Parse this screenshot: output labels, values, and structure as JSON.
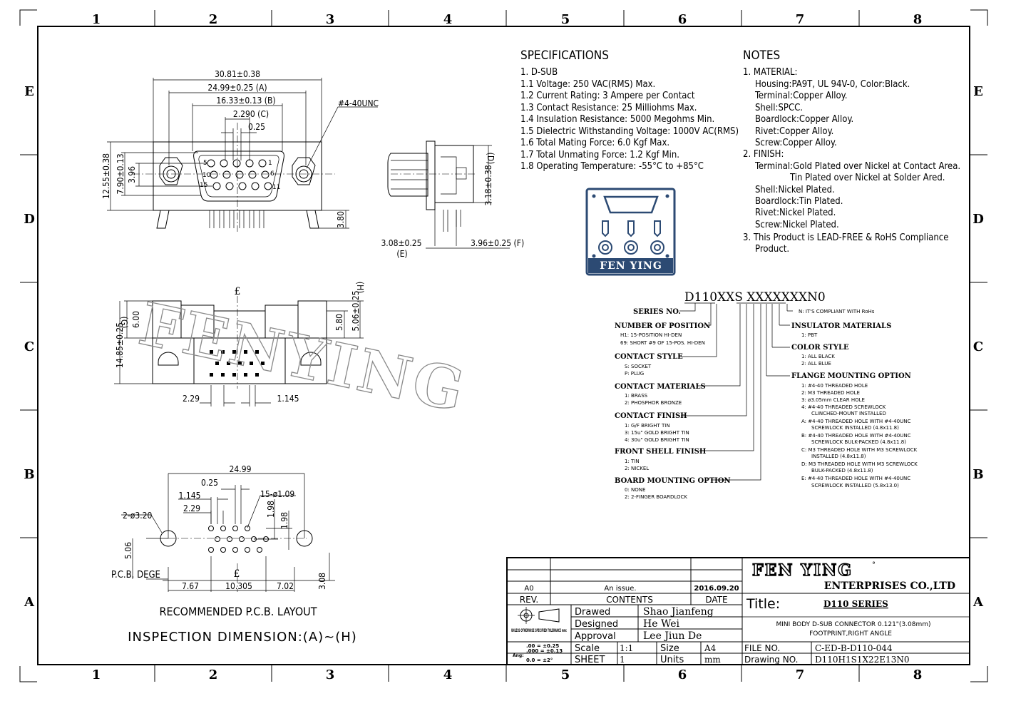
{
  "zones": {
    "cols": [
      "1",
      "2",
      "3",
      "4",
      "5",
      "6",
      "7",
      "8"
    ],
    "rows": [
      "E",
      "D",
      "C",
      "B",
      "A"
    ]
  },
  "specifications": {
    "title": "SPECIFICATIONS",
    "lines": [
      "1. D-SUB",
      "1.1 Voltage: 250 VAC(RMS) Max.",
      "1.2 Current Rating: 3 Ampere per Contact",
      "1.3 Contact Resistance: 25 Milliohms Max.",
      "1.4 Insulation Resistance: 5000 Megohms Min.",
      "1.5 Dielectric Withstanding Voltage: 1000V AC(RMS)",
      "1.6 Total Mating Force: 6.0 Kgf Max.",
      "1.7 Total Unmating Force: 1.2 Kgf Min.",
      "1.8 Operating Temperature: -55°C to +85°C"
    ]
  },
  "notes": {
    "title": "NOTES",
    "lines": [
      "1. MATERIAL:",
      "Housing:PA9T, UL 94V-0, Color:Black.",
      "Terminal:Copper Alloy.",
      "Shell:SPCC.",
      "Boardlock:Copper Alloy.",
      "Rivet:Copper Alloy.",
      "Screw:Copper Alloy.",
      "2. FINISH:",
      "Terminal:Gold Plated over Nickel at Contact Area.",
      "Tin Plated over Nickel at Solder Ared.",
      "Shell:Nickel Plated.",
      "Boardlock:Tin Plated.",
      "Rivet:Nickel Plated.",
      "Screw:Nickel Plated.",
      "3. This Product is LEAD-FREE & RoHS Compliance",
      "Product."
    ]
  },
  "logo": {
    "name": "FEN YING"
  },
  "front_view": {
    "dims": [
      "30.81±0.38",
      "24.99±0.25 (A)",
      "16.33±0.13 (B)",
      "2.290 (C)",
      "0.25",
      "#4-40UNC",
      "12.55±0.38",
      "7.90±0.13",
      "3.96",
      "3.80"
    ],
    "pins": [
      "5",
      "1",
      "10",
      "6",
      "15",
      "11"
    ]
  },
  "side_view": {
    "dims": [
      "(D)",
      "3.18±0.38",
      "3.08±0.25",
      "(E)",
      "3.96±0.25 (F)"
    ]
  },
  "bottom_view": {
    "dims": [
      "(H)",
      "5.06±0.25",
      "5.80",
      "6.00",
      "(G)",
      "14.85±0.25",
      "2.29",
      "1.145"
    ],
    "cl": "£",
    "watermark": "FENYING"
  },
  "pcb_layout": {
    "dims": [
      "24.99",
      "0.25",
      "1.145",
      "15-ø1.09",
      "2.29",
      "1.98",
      "1.98",
      "2-ø3.20",
      "5.06",
      "P.C.B. DEGE",
      "7.67",
      "10.305",
      "7.02",
      "3.08"
    ],
    "cl": "£",
    "caption": "RECOMMENDED P.C.B. LAYOUT",
    "inspection": "INSPECTION DIMENSION:(A)~(H)"
  },
  "part_number": {
    "code": "D110XXS XXXXXXXN0",
    "groups": [
      {
        "title": "SERIES NO.",
        "options": []
      },
      {
        "title": "NUMBER OF POSITION",
        "options": [
          "H1: 15-POSITION HI-DEN",
          "69: SHORT #9 OF 15-POS. HI-DEN"
        ]
      },
      {
        "title": "CONTACT STYLE",
        "options": [
          "S: SOCKET",
          "P: PLUG"
        ]
      },
      {
        "title": "CONTACT MATERIALS",
        "options": [
          "1: BRASS",
          "2: PHOSPHOR BRONZE"
        ]
      },
      {
        "title": "CONTACT FINISH",
        "options": [
          "1: G/F BRIGHT TIN",
          "3: 15u\" GOLD BRIGHT TIN",
          "4: 30u\" GOLD BRIGHT TIN"
        ]
      },
      {
        "title": "FRONT SHELL FINISH",
        "options": [
          "1: TIN",
          "2: NICKEL"
        ]
      },
      {
        "title": "BOARD MOUNTING OPTION",
        "options": [
          "0: NONE",
          "2: 2-FINGER BOARDLOCK"
        ]
      }
    ],
    "right_groups": [
      {
        "title": "N: IT'S COMPLIANT WITH RoHs",
        "options": []
      },
      {
        "title": "INSULATOR MATERIALS",
        "options": [
          "1: PBT"
        ]
      },
      {
        "title": "COLOR STYLE",
        "options": [
          "1: ALL BLACK",
          "2: ALL BLUE"
        ]
      },
      {
        "title": "FLANGE MOUNTING OPTION",
        "options": [
          "1: #4-40 THREADED HOLE",
          "2: M3 THREADED HOLE",
          "3: ø3.05mm CLEAR HOLE",
          "4: #4-40 THREADED SCREWLOCK",
          "CLINCHED-MOUNT INSTALLED",
          "A: #4-40 THREADED HOLE WITH #4-40UNC",
          "SCREWLOCK INSTALLED (4.8x11.8)",
          "B: #4-40 THREADED HOLE WITH #4-40UNC",
          "SCREWLOCK BULK-PACKED (4.8x11.8)",
          "C: M3 THREADED HOLE WITH M3 SCREWLOCK",
          "INSTALLED (4.8x11.8)",
          "D: M3 THREADED HOLE WITH M3 SCREWLOCK",
          "BULK-PACKED (4.8x11.8)",
          "E: #4-40 THREADED HOLE WITH #4-40UNC",
          "SCREWLOCK INSTALLED (5.8x13.0)"
        ]
      }
    ]
  },
  "title_block": {
    "rev_row": {
      "rev": "A0",
      "contents": "An issue.",
      "date": "2016.09.20"
    },
    "headers": {
      "rev": "REV.",
      "contents": "CONTENTS",
      "date": "DATE"
    },
    "tolerance": {
      "head": "UNLESS OTHERWISE SPECIFIED TOLERANCE mm:",
      "l1": ".00 = ±0.25",
      "l2": ".000 = ±0.13",
      "ang_label": "Ang:",
      "l3": "0.0 = ±2°"
    },
    "drawed": {
      "label": "Drawed",
      "value": "Shao Jianfeng"
    },
    "designed": {
      "label": "Designed",
      "value": "He Wei"
    },
    "approval": {
      "label": "Approval",
      "value": "Lee Jiun De"
    },
    "scale": {
      "label": "Scale",
      "value": "1:1"
    },
    "size": {
      "label": "Size",
      "value": "A4"
    },
    "sheet": {
      "label": "SHEET",
      "value": "1"
    },
    "units": {
      "label": "Units",
      "value": "mm"
    },
    "company": "FEN YING",
    "company_sub": "ENTERPRISES CO.,LTD",
    "title_label": "Title:",
    "title_value": "D110 SERIES",
    "desc1": "MINI BODY D-SUB CONNECTOR 0.121\"(3.08mm)",
    "desc2": "FOOTPRINT,RIGHT ANGLE",
    "file_no": {
      "label": "FILE NO.",
      "value": "C-ED-B-D110-044"
    },
    "drawing_no": {
      "label": "Drawing NO.",
      "value": "D110H1S1X22E13N0"
    }
  }
}
